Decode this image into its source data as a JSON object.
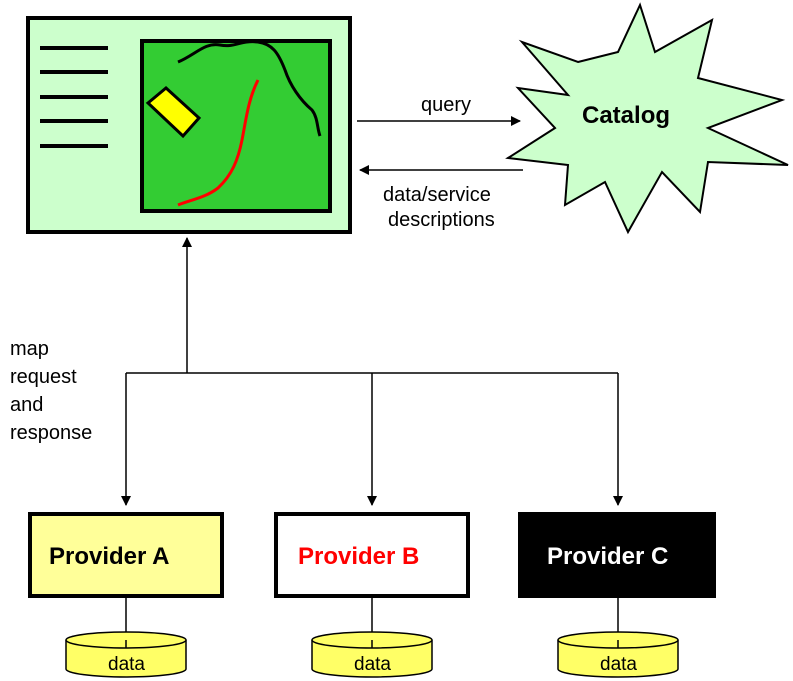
{
  "client": {
    "panel_color": "#ccffcc",
    "map_color": "#33cc33",
    "highlight_color": "#ffff00",
    "road_color": "#ff0000"
  },
  "catalog": {
    "label": "Catalog",
    "fill_color": "#ccffcc"
  },
  "arrows": {
    "query_label": "query",
    "response_label_line1": "data/service",
    "response_label_line2": "descriptions"
  },
  "map_request_label": [
    "map",
    "request",
    "and",
    "response"
  ],
  "providers": [
    {
      "label": "Provider A",
      "fill_color": "#ffff99",
      "text_color": "#000000",
      "data_label": "data"
    },
    {
      "label": "Provider B",
      "fill_color": "#ffffff",
      "text_color": "#ff0000",
      "data_label": "data"
    },
    {
      "label": "Provider C",
      "fill_color": "#000000",
      "text_color": "#ffffff",
      "data_label": "data"
    }
  ],
  "data_store_color": "#ffff66"
}
